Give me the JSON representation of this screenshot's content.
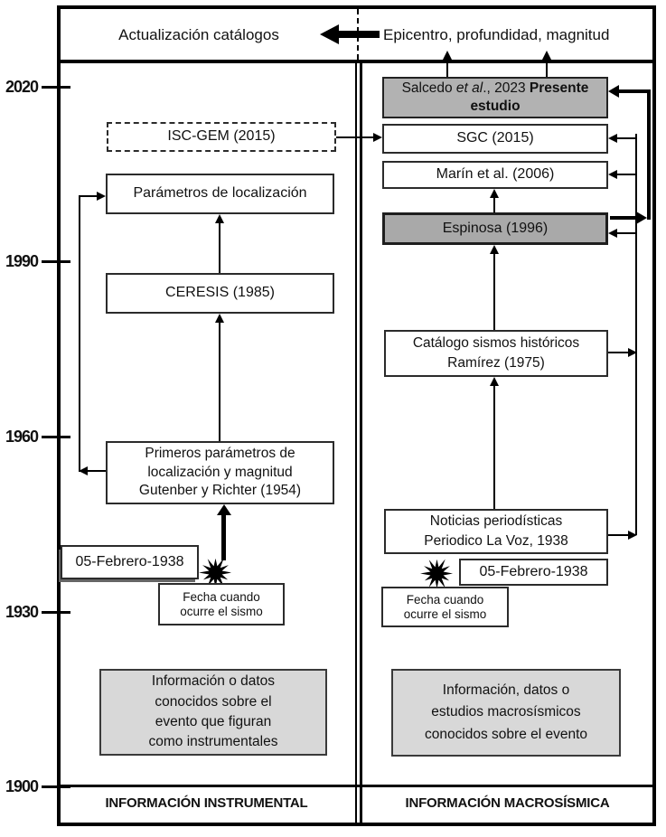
{
  "header": {
    "left": "Actualización catálogos",
    "right": "Epicentro, profundidad, magnitud"
  },
  "timeline": {
    "years": [
      "2020",
      "1990",
      "1960",
      "1930",
      "1900"
    ]
  },
  "instrumental": {
    "footer_label": "INFORMACIÓN INSTRUMENTAL",
    "isc_gem": "ISC-GEM (2015)",
    "parametros": "Parámetros de localización",
    "ceresis": "CERESIS (1985)",
    "primeros": [
      "Primeros parámetros de",
      "localización y magnitud",
      "Gutenber y Richter (1954)"
    ],
    "fecha": "05-Febrero-1938",
    "fecha_nota": [
      "Fecha cuando",
      "ocurre el sismo"
    ],
    "info": [
      "Información o datos",
      "conocidos sobre el",
      "evento que figuran",
      "como instrumentales"
    ]
  },
  "macrosismica": {
    "footer_label": "INFORMACIÓN MACROSÍSMICA",
    "salcedo": {
      "pre": "Salcedo",
      "etal": " et al",
      "mid": "., 2023",
      "bold": " Presente estudio"
    },
    "sgc": "SGC (2015)",
    "marin": "Marín et al. (2006)",
    "espinosa": "Espinosa (1996)",
    "catalogo": [
      "Catálogo sismos históricos",
      "Ramírez (1975)"
    ],
    "noticias": [
      "Noticias periodísticas",
      "Periodico La Voz, 1938"
    ],
    "fecha": "05-Febrero-1938",
    "fecha_nota": [
      "Fecha cuando",
      "ocurre el sismo"
    ],
    "info": [
      "Información, datos o",
      "estudios macrosísmicos",
      "conocidos sobre el evento"
    ]
  },
  "colors": {
    "highlight_box": "#b2b2b2",
    "highlight_box_dark": "#a9a9a9",
    "info_box": "#d8d8d8",
    "line": "#000000"
  }
}
